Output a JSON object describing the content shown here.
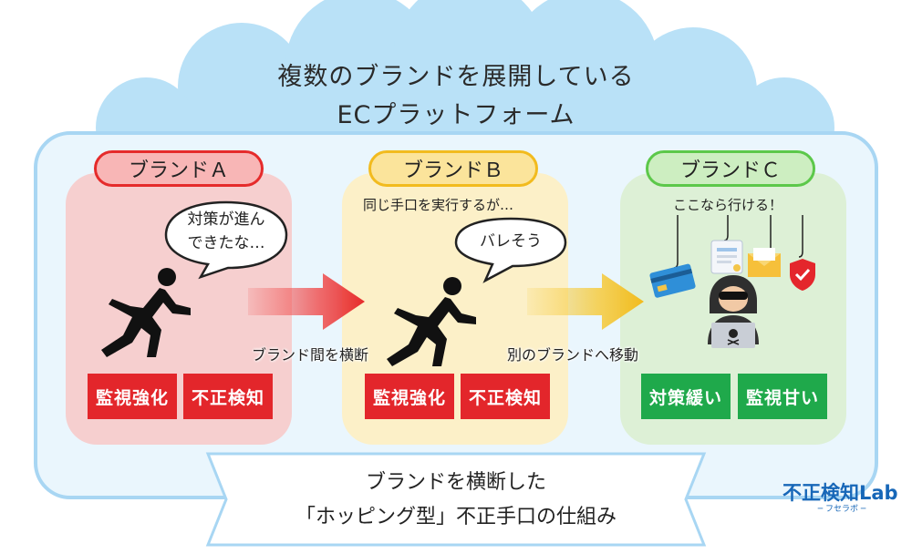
{
  "title": {
    "line1": "複数のブランドを展開している",
    "line2": "ECプラットフォーム"
  },
  "brands": [
    {
      "label": "ブランドＡ",
      "bubble_line1": "対策が進ん",
      "bubble_line2": "できたな…",
      "tags": [
        "監視強化",
        "不正検知"
      ]
    },
    {
      "label": "ブランドＢ",
      "caption": "同じ手口を実行するが…",
      "bubble": "バレそう",
      "tags": [
        "監視強化",
        "不正検知"
      ]
    },
    {
      "label": "ブランドＣ",
      "caption": "ここなら行ける！",
      "tags": [
        "対策緩い",
        "監視甘い"
      ]
    }
  ],
  "arrows": [
    {
      "label": "ブランド間を横断"
    },
    {
      "label": "別のブランドへ移動"
    }
  ],
  "banner": {
    "line1": "ブランドを横断した",
    "line2": "「ホッピング型」不正手口の仕組み"
  },
  "logo": {
    "main": "不正検知Lab",
    "sub": "─ フセラボ ─"
  },
  "colors": {
    "cloud": "#b9e1f7",
    "cloud_border": "#a8d6f3",
    "brand_a_accent": "#e52b2b",
    "brand_b_accent": "#f2bb1e",
    "brand_c_accent": "#5cc84a",
    "tag_red": "#e3262b",
    "tag_green": "#1fa94b"
  },
  "icons": [
    "running-person-icon",
    "hacker-icon",
    "credit-card-icon",
    "document-icon",
    "envelope-icon",
    "shield-check-icon",
    "skull-icon"
  ]
}
